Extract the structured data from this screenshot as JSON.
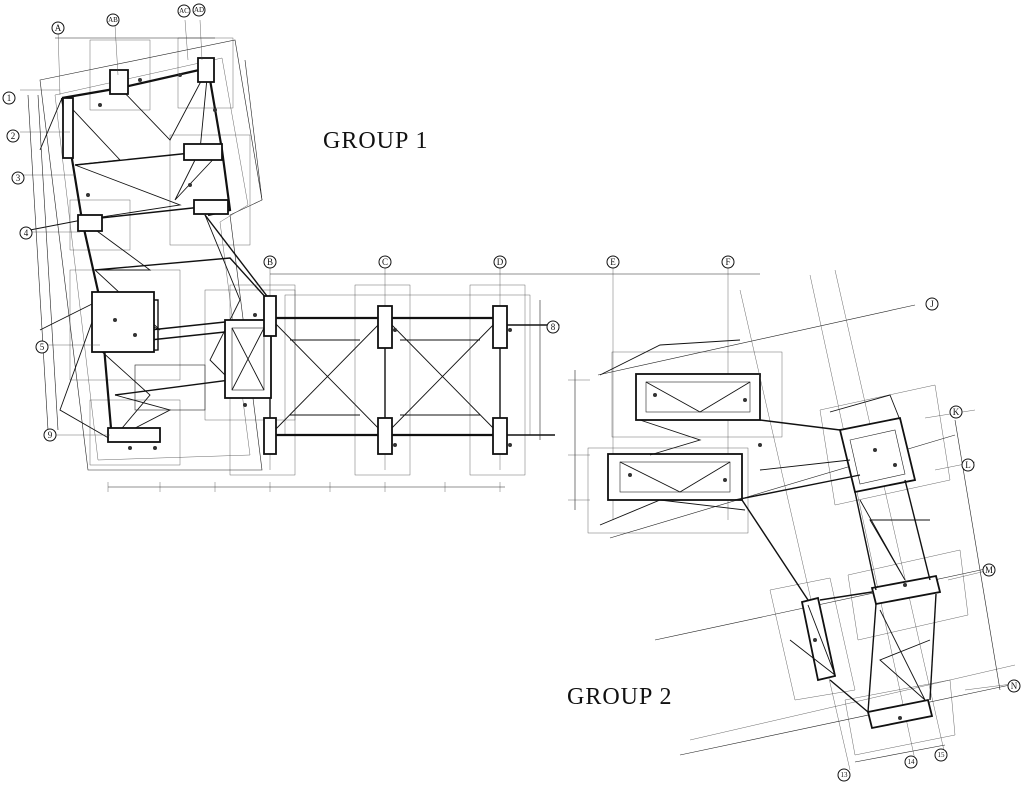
{
  "labels": {
    "group1": "GROUP   1",
    "group2": "GROUP   2"
  },
  "grid_bubbles_top_g1": [
    "A",
    "AB",
    "AC",
    "AD"
  ],
  "grid_bubbles_left_g1": [
    "1",
    "2",
    "3",
    "4",
    "5",
    "9"
  ],
  "grid_bubbles_mid": [
    "B",
    "C",
    "D",
    "E",
    "F"
  ],
  "grid_bubbles_right_g1": [
    "8"
  ],
  "grid_bubbles_right_g2": [
    "J",
    "K",
    "L",
    "M",
    "N"
  ],
  "grid_bubbles_bottom_g2": [
    "13",
    "14",
    "15"
  ]
}
